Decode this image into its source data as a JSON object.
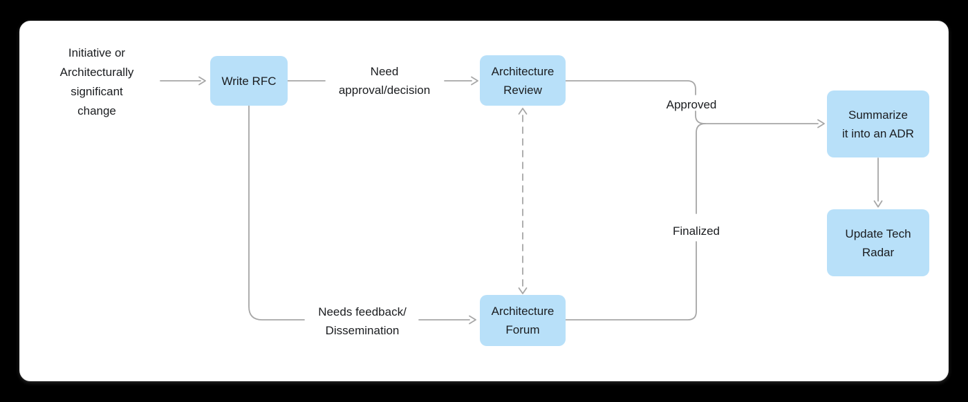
{
  "canvas": {
    "background_color": "#000000",
    "card_background_color": "#ffffff"
  },
  "colors": {
    "node_fill": "#b8e0f9",
    "node_text": "#1a1c1f",
    "edge_stroke": "#a6a6a6",
    "label_text": "#1a1c1f"
  },
  "start_label": {
    "text": "Initiative or\nArchitecturally\nsignificant\nchange"
  },
  "nodes": [
    {
      "id": "write-rfc",
      "label": "Write RFC"
    },
    {
      "id": "architecture-review",
      "label": "Architecture\nReview"
    },
    {
      "id": "architecture-forum",
      "label": "Architecture\nForum"
    },
    {
      "id": "summarize-adr",
      "label": "Summarize\nit into an ADR"
    },
    {
      "id": "update-tech-radar",
      "label": "Update Tech\nRadar"
    }
  ],
  "edge_labels": [
    {
      "id": "need-approval",
      "text": "Need\napproval/decision"
    },
    {
      "id": "needs-feedback",
      "text": "Needs feedback/\nDissemination"
    },
    {
      "id": "approved",
      "text": "Approved"
    },
    {
      "id": "finalized",
      "text": "Finalized"
    }
  ]
}
